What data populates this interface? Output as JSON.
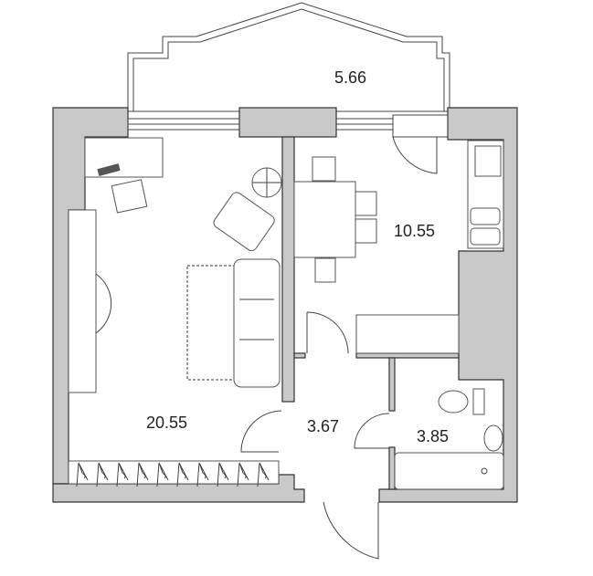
{
  "plan": {
    "rooms": [
      {
        "id": "balcony",
        "area": "5.66"
      },
      {
        "id": "kitchen",
        "area": "10.55"
      },
      {
        "id": "living-room",
        "area": "20.55"
      },
      {
        "id": "hallway",
        "area": "3.67"
      },
      {
        "id": "bathroom",
        "area": "3.85"
      }
    ],
    "colors": {
      "wall": "#c9c9c9",
      "line": "#333333",
      "background": "#ffffff"
    }
  }
}
